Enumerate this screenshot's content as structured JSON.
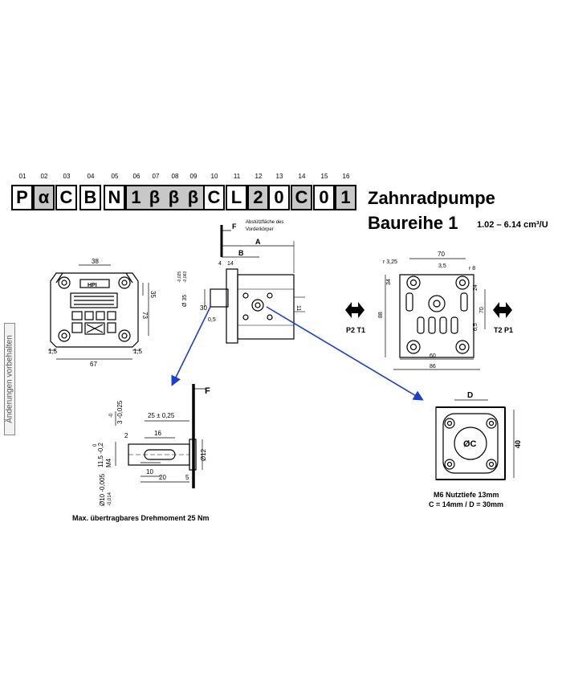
{
  "code": {
    "positions": [
      "01",
      "02",
      "03",
      "04",
      "05",
      "06",
      "07",
      "08",
      "09",
      "10",
      "11",
      "12",
      "13",
      "14",
      "15",
      "16"
    ],
    "chars": [
      "P",
      "α",
      "C",
      "B",
      "N",
      "1",
      "β",
      "β",
      "β",
      "C",
      "L",
      "2",
      "0",
      "C",
      "0",
      "1"
    ],
    "grey": [
      false,
      true,
      false,
      false,
      false,
      true,
      true,
      true,
      true,
      false,
      false,
      true,
      false,
      true,
      false,
      true
    ]
  },
  "title": {
    "line1": "Zahnradpumpe",
    "line2": "Baureihe 1",
    "flow": "1.02 – 6.14 cm³/U"
  },
  "side_note": "Änderungen vorbehalten",
  "front_view": {
    "dims": [
      "38",
      "35",
      "73",
      "1,5",
      "1,5",
      "67"
    ],
    "logo": "HPI"
  },
  "side_view": {
    "label_F": "F",
    "support_note_1": "Abstützfläche des",
    "support_note_2": "Vorderkörper",
    "dims": [
      "A",
      "B",
      "4",
      "14",
      "Ø 35",
      "30",
      "0,5",
      "11",
      "-0,025",
      "-0,063"
    ]
  },
  "rear_view": {
    "dims": [
      "70",
      "r 3,25",
      "3,5",
      "r 8",
      "34",
      "88",
      "24",
      "70",
      "6,5",
      "60",
      "86"
    ],
    "port_left": "P2 T1",
    "port_right": "T2 P1"
  },
  "shaft_detail": {
    "label_F": "F",
    "dims": [
      "25 ± 0,25",
      "3 -0,025",
      "-0",
      "2",
      "16",
      "11,5 -0,2",
      "0",
      "M4",
      "Ø12",
      "10",
      "20",
      "5",
      "Ø10 -0,005",
      "-0,014"
    ],
    "caption": "Max. übertragbares Drehmoment 25 Nm"
  },
  "port_detail": {
    "dims": [
      "D",
      "40"
    ],
    "label": "ØC",
    "caption_1": "M6 Nutztiefe 13mm",
    "caption_2": "C = 14mm / D = 30mm"
  }
}
